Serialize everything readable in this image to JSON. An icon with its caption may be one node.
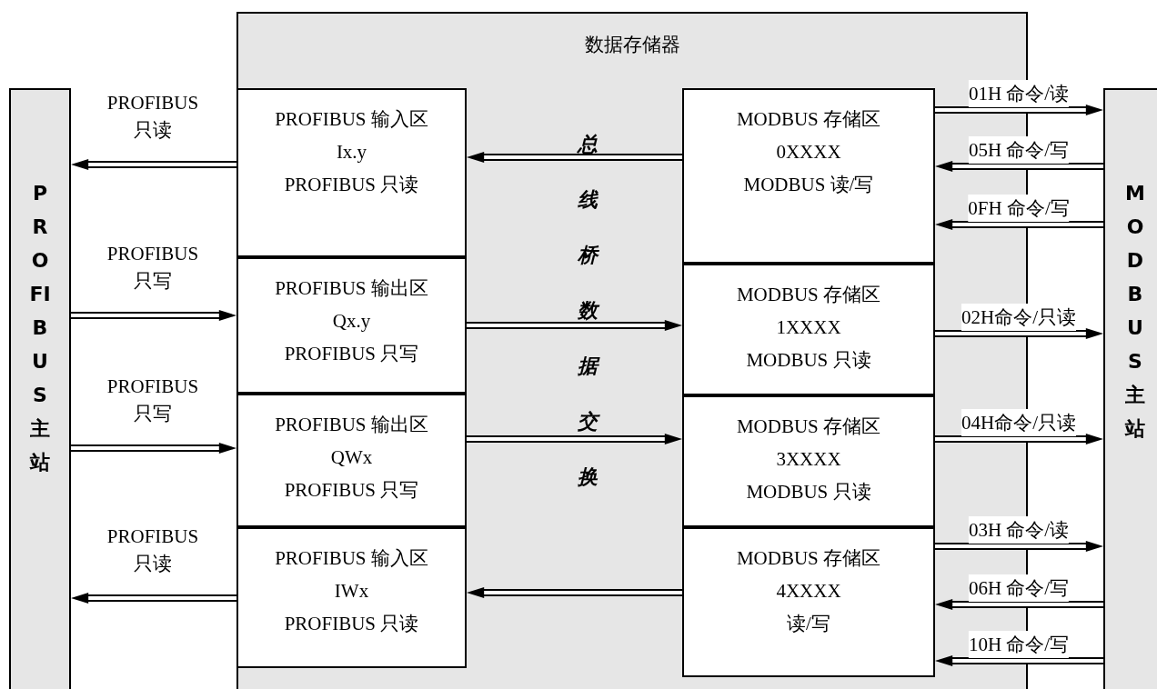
{
  "diagram": {
    "nodes": [
      {
        "text": [
          "PROFIBUS主站"
        ]
      },
      {
        "text": [
          "数据存储器"
        ]
      },
      {
        "text": [
          "PROFIBUS 输入区",
          "Ix.y",
          "PROFIBUS 只读"
        ],
        "in": 1
      },
      {
        "text": [
          "PROFIBUS 输出区",
          "Qx.y",
          "PROFIBUS 只写"
        ],
        "in": 1
      },
      {
        "text": [
          "PROFIBUS 输出区",
          "QWx",
          "PROFIBUS 只写"
        ],
        "in": 1
      },
      {
        "text": [
          "PROFIBUS 输入区",
          "IWx",
          "PROFIBUS 只读"
        ],
        "in": 1
      },
      {
        "text": [
          "MODBUS 存储区",
          "0XXXX",
          "MODBUS 读/写"
        ],
        "in": 1
      },
      {
        "text": [
          "MODBUS 存储区",
          "1XXXX",
          "MODBUS 只读"
        ],
        "in": 1
      },
      {
        "text": [
          "MODBUS 存储区",
          "3XXXX",
          "MODBUS 只读"
        ],
        "in": 1
      },
      {
        "text": [
          "MODBUS 存储区",
          "4XXXX",
          "读/写"
        ],
        "in": 1
      },
      {
        "text": [
          "MODBUS主站"
        ]
      }
    ],
    "edges": [
      {
        "from": 2,
        "to": 0,
        "arrow": "to",
        "label": "PROFIBUS 只读"
      },
      {
        "from": 0,
        "to": 3,
        "arrow": "to",
        "label": "PROFIBUS 只写"
      },
      {
        "from": 0,
        "to": 4,
        "arrow": "to",
        "label": "PROFIBUS 只写"
      },
      {
        "from": 5,
        "to": 0,
        "arrow": "to",
        "label": "PROFIBUS 只读"
      },
      {
        "from": 6,
        "to": 2,
        "arrow": "to"
      },
      {
        "from": 3,
        "to": 7,
        "arrow": "to"
      },
      {
        "from": 4,
        "to": 8,
        "arrow": "to"
      },
      {
        "from": 9,
        "to": 5,
        "arrow": "to"
      },
      {
        "from": 6,
        "to": 10,
        "arrow": "to",
        "label": "01H 命令/读"
      },
      {
        "from": 10,
        "to": 6,
        "arrow": "to",
        "label": "05H 命令/写"
      },
      {
        "from": 10,
        "to": 6,
        "arrow": "to",
        "label": "0FH 命令/写"
      },
      {
        "from": 7,
        "to": 10,
        "arrow": "to",
        "label": "02H命令/只读"
      },
      {
        "from": 8,
        "to": 10,
        "arrow": "to",
        "label": "04H命令/只读"
      },
      {
        "from": 9,
        "to": 10,
        "arrow": "to",
        "label": "03H 命令/读"
      },
      {
        "from": 10,
        "to": 9,
        "arrow": "to",
        "label": "06H 命令/写"
      },
      {
        "from": 10,
        "to": 9,
        "arrow": "to",
        "label": "10H 命令/写"
      }
    ],
    "labels": [
      "总线桥数据交换"
    ]
  }
}
